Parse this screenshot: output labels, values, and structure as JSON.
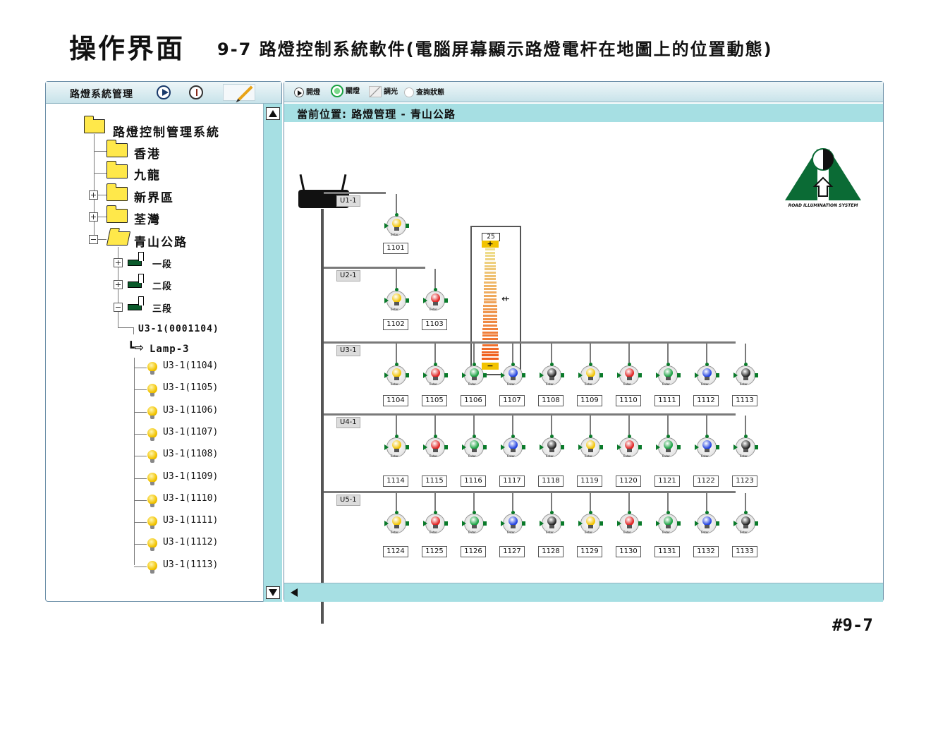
{
  "header": {
    "title": "操作界面",
    "subtitle": "9-7 路燈控制系統軟件(電腦屏幕顯示路燈電杆在地圖上的位置動態)",
    "code": "#9-7"
  },
  "left_panel": {
    "title": "路燈系統管理",
    "tree": {
      "root": "路燈控制管理系統",
      "regions": [
        "香港",
        "九龍",
        "新界區",
        "荃灣",
        "青山公路"
      ],
      "segments": [
        "一段",
        "二段",
        "三段"
      ],
      "unit": "U3-1(0001104)",
      "group": "Lamp-3",
      "lamps": [
        "U3-1(1104)",
        "U3-1(1105)",
        "U3-1(1106)",
        "U3-1(1107)",
        "U3-1(1108)",
        "U3-1(1109)",
        "U3-1(1110)",
        "U3-1(1111)",
        "U3-1(1112)",
        "U3-1(1113)"
      ]
    }
  },
  "right_panel": {
    "toolbar": {
      "on": "開燈",
      "off": "關燈",
      "dim": "調光",
      "query": "查詢狀態"
    },
    "breadcrumb": "當前位置: 路燈管理 - 青山公路",
    "logo_text": "ROAD ILLUMINATION SYSTEM",
    "dimmer": {
      "value": "25",
      "plus": "+",
      "minus": "−",
      "level": 0.5
    },
    "buses": [
      {
        "label": "U1-1",
        "lamps": [
          {
            "id": "1101",
            "color": "yellow"
          }
        ]
      },
      {
        "label": "U2-1",
        "lamps": [
          {
            "id": "1102",
            "color": "yellow"
          },
          {
            "id": "1103",
            "color": "red"
          }
        ]
      },
      {
        "label": "U3-1",
        "lamps": [
          {
            "id": "1104",
            "color": "yellow"
          },
          {
            "id": "1105",
            "color": "red"
          },
          {
            "id": "1106",
            "color": "green"
          },
          {
            "id": "1107",
            "color": "blue"
          },
          {
            "id": "1108",
            "color": "black"
          },
          {
            "id": "1109",
            "color": "yellow"
          },
          {
            "id": "1110",
            "color": "red"
          },
          {
            "id": "1111",
            "color": "green"
          },
          {
            "id": "1112",
            "color": "blue"
          },
          {
            "id": "1113",
            "color": "black"
          }
        ]
      },
      {
        "label": "U4-1",
        "lamps": [
          {
            "id": "1114",
            "color": "yellow"
          },
          {
            "id": "1115",
            "color": "red"
          },
          {
            "id": "1116",
            "color": "green"
          },
          {
            "id": "1117",
            "color": "blue"
          },
          {
            "id": "1118",
            "color": "black"
          },
          {
            "id": "1119",
            "color": "yellow"
          },
          {
            "id": "1120",
            "color": "red"
          },
          {
            "id": "1121",
            "color": "green"
          },
          {
            "id": "1122",
            "color": "blue"
          },
          {
            "id": "1123",
            "color": "black"
          }
        ]
      },
      {
        "label": "U5-1",
        "lamps": [
          {
            "id": "1124",
            "color": "yellow"
          },
          {
            "id": "1125",
            "color": "red"
          },
          {
            "id": "1126",
            "color": "green"
          },
          {
            "id": "1127",
            "color": "blue"
          },
          {
            "id": "1128",
            "color": "black"
          },
          {
            "id": "1129",
            "color": "yellow"
          },
          {
            "id": "1130",
            "color": "red"
          },
          {
            "id": "1131",
            "color": "green"
          },
          {
            "id": "1132",
            "color": "blue"
          },
          {
            "id": "1133",
            "color": "black"
          }
        ]
      }
    ]
  },
  "colors": {
    "accent": "#a6dfe3",
    "logo_green": "#0b6b35",
    "yellow": "#f2c300",
    "red": "#e02020",
    "green": "#18a040",
    "blue": "#2040e0",
    "black": "#222222"
  }
}
